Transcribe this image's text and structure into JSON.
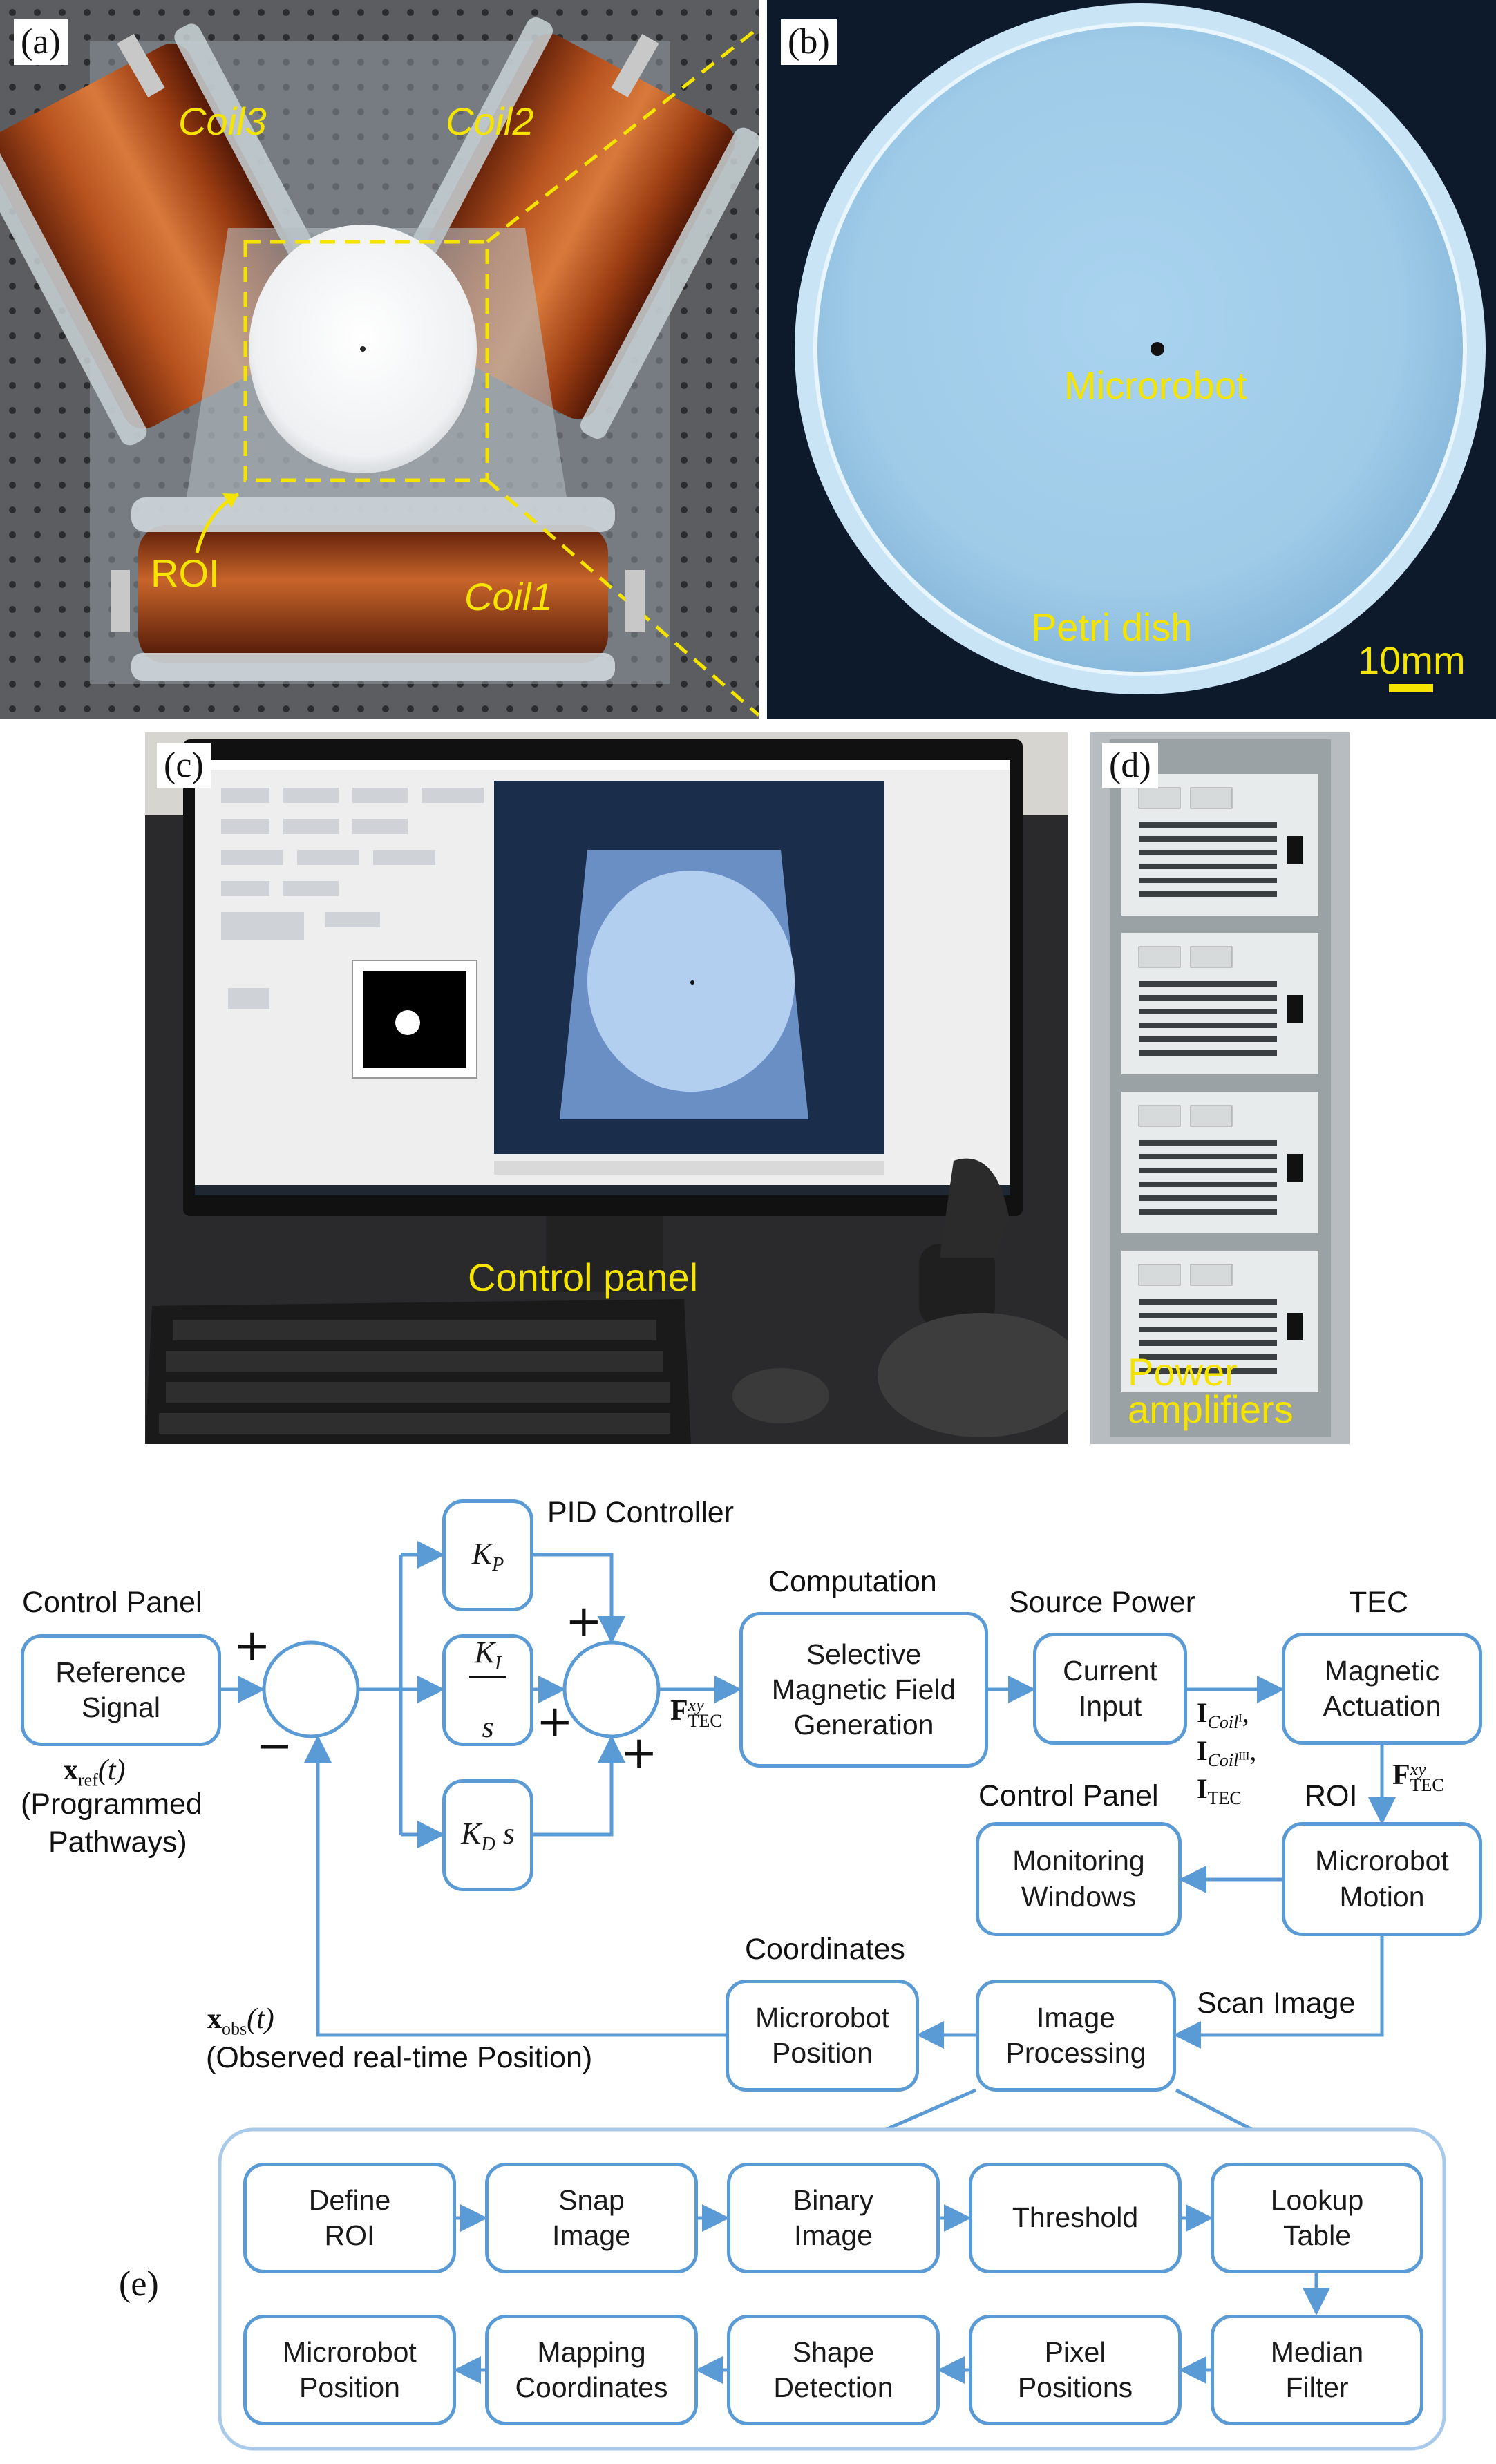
{
  "panels": {
    "a": {
      "label": "(a)",
      "coil3": "Coil3",
      "coil2": "Coil2",
      "coil1": "Coil1",
      "roi": "ROI"
    },
    "b": {
      "label": "(b)",
      "microrobot": "Microrobot",
      "petri_dish": "Petri dish",
      "scale": "10mm"
    },
    "c": {
      "label": "(c)",
      "control_panel": "Control panel"
    },
    "d": {
      "label": "(d)",
      "power_amp_1": "Power",
      "power_amp_2": "amplifiers"
    },
    "e": {
      "label": "(e)"
    }
  },
  "diagram": {
    "headers": {
      "control_panel_top": "Control Panel",
      "pid": "PID Controller",
      "computation": "Computation",
      "source_power": "Source Power",
      "tec": "TEC",
      "control_panel_mid": "Control Panel",
      "roi": "ROI",
      "coordinates": "Coordinates",
      "scan_image": "Scan Image"
    },
    "boxes": {
      "reference_signal": "Reference\nSignal",
      "selective": "Selective\nMagnetic Field\nGeneration",
      "current_input": "Current\nInput",
      "magnetic_actuation": "Magnetic\nActuation",
      "monitoring": "Monitoring\nWindows",
      "microrobot_motion": "Microrobot\nMotion",
      "microrobot_position": "Microrobot\nPosition",
      "image_processing": "Image\nProcessing"
    },
    "pid_terms": {
      "kp": "K",
      "kp_sub": "P",
      "ki": "K",
      "ki_sub": "I",
      "ki_den": "s",
      "kd": "K",
      "kd_sub": "D",
      "kd_s": "s"
    },
    "signals": {
      "x_ref": "x",
      "x_ref_sub": "ref",
      "x_ref_t": "(t)",
      "programmed_1": "(Programmed",
      "programmed_2": "Pathways)",
      "x_obs": "x",
      "x_obs_sub": "obs",
      "x_obs_t": "(t)",
      "observed": "(Observed real-time Position)",
      "f_tec": "F",
      "f_tec_sup": "xy",
      "f_tec_sub": "TEC",
      "i_coil1": "I",
      "i_coil1_sub": "Coil",
      "i_coil1_roman": "I",
      "i_coil2": "I",
      "i_coil2_sub": "Coil",
      "i_coil2_roman": "III",
      "i_tec": "I",
      "i_tec_sub": "TEC"
    },
    "signs": {
      "plus_1": "+",
      "minus_1": "−",
      "plus_2": "+",
      "plus_3": "+",
      "plus_4": "+"
    },
    "pipeline": {
      "row1": [
        "Define\nROI",
        "Snap\nImage",
        "Binary\nImage",
        "Threshold",
        "Lookup\nTable"
      ],
      "row2": [
        "Microrobot\nPosition",
        "Mapping\nCoordinates",
        "Shape\nDetection",
        "Pixel\nPositions",
        "Median\nFilter"
      ]
    }
  },
  "colors": {
    "accent": "#5b9bd5",
    "label_yellow": "#f5e400"
  }
}
